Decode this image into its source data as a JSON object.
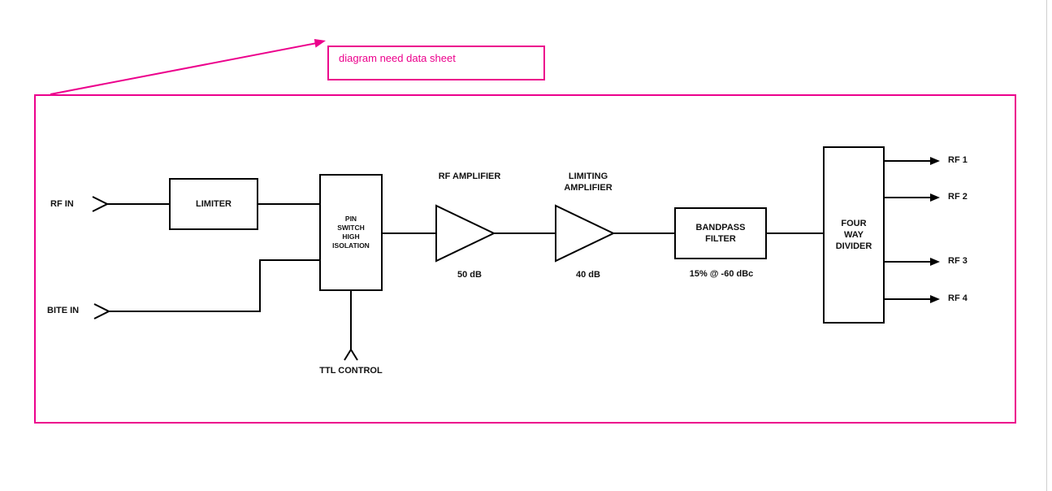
{
  "annotation": {
    "label": "diagram need data sheet"
  },
  "inputs": {
    "rf_in": "RF IN",
    "bite_in": "BITE IN"
  },
  "control": {
    "label": "TTL CONTROL"
  },
  "blocks": {
    "limiter": {
      "label": "LIMITER"
    },
    "pin_switch": {
      "label": "PIN SWITCH HIGH ISOLATION"
    },
    "rf_amplifier": {
      "label": "RF AMPLIFIER",
      "gain": "50 dB"
    },
    "limiting_amplifier": {
      "label": "LIMITING AMPLIFIER",
      "gain": "40 dB"
    },
    "bandpass_filter": {
      "label": "BANDPASS FILTER",
      "spec": "15% @ -60 dBc"
    },
    "four_way_divider": {
      "label": "FOUR WAY DIVIDER"
    }
  },
  "outputs": [
    "RF 1",
    "RF 2",
    "RF 3",
    "RF 4"
  ],
  "colors": {
    "accent": "#ec008c",
    "line": "#000000"
  }
}
